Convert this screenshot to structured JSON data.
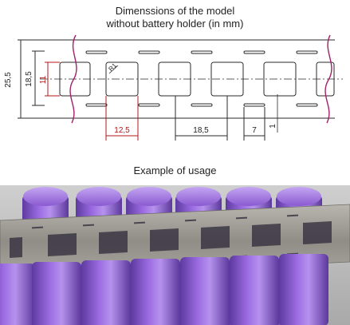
{
  "drawing": {
    "title_line1": "Dimenssions of the model",
    "title_line2": "without battery holder (in mm)",
    "dimensions": {
      "strip_height": "25,5",
      "slot_span": "18,5",
      "window_height": "11",
      "window_width": "12,5",
      "pitch": "18,5",
      "slot_length": "7",
      "slot_width": "1",
      "corner": "R1"
    },
    "colors": {
      "line": "#2a2a2a",
      "dim_red": "#b01818",
      "break": "#a0206a"
    }
  },
  "photo": {
    "caption": "Example of usage",
    "colors": {
      "battery": "#8d5ad6",
      "strip": "#9c9a93",
      "background": "#bdbdbd"
    }
  }
}
